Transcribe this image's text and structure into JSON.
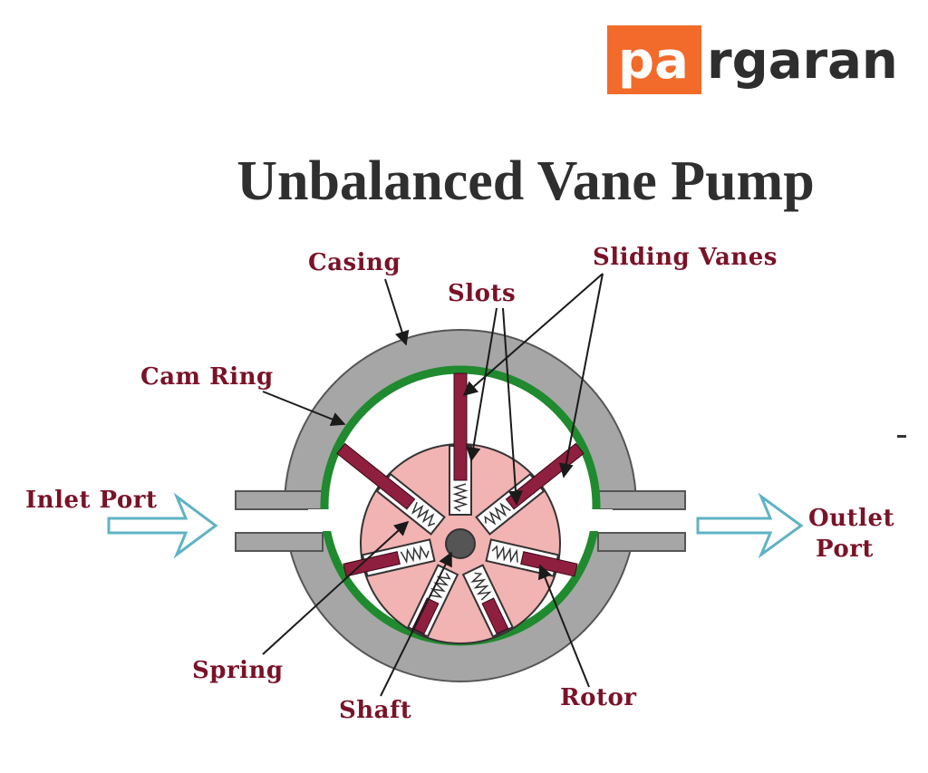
{
  "logo": {
    "highlight": "pa",
    "rest": "rgaran",
    "highlight_bg": "#f26b2a",
    "highlight_fg": "#ffffff",
    "rest_color": "#2e2e2e"
  },
  "title": "Unbalanced Vane Pump",
  "labels": {
    "casing": "Casing",
    "cam_ring": "Cam Ring",
    "slots": "Slots",
    "sliding_vanes": "Sliding Vanes",
    "inlet_port": "Inlet Port",
    "outlet_port_line1": "Outlet",
    "outlet_port_line2": "Port",
    "spring": "Spring",
    "shaft": "Shaft",
    "rotor": "Rotor"
  },
  "colors": {
    "label_text": "#7a1228",
    "title_text": "#2f2f2f",
    "casing": "#a6a6a6",
    "cam_ring": "#1f8a2e",
    "rotor": "#f2b3b3",
    "vane": "#8f1f3e",
    "shaft": "#555555",
    "port_arrow": "#5fb3c4",
    "leader": "#1a1a1a"
  },
  "vane_count": 7
}
